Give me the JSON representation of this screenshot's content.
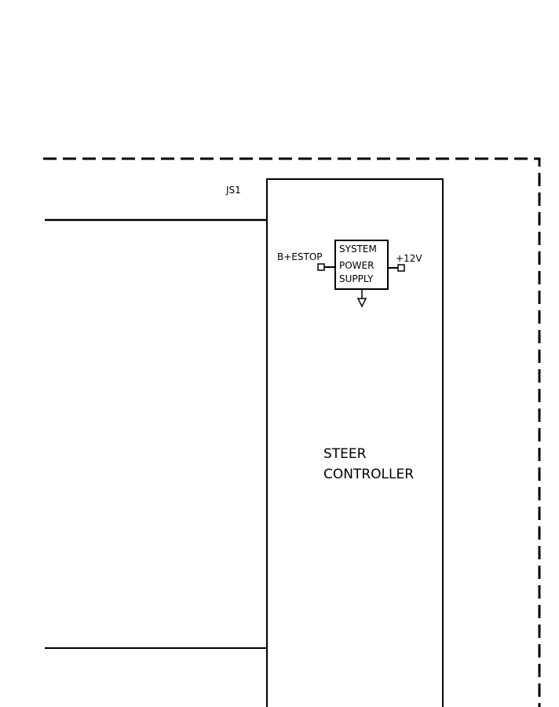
{
  "diagram": {
    "connector_label": "JS1",
    "controller": {
      "line1": "STEER",
      "line2": "CONTROLLER"
    },
    "power_supply": {
      "line1": "SYSTEM",
      "line2": "POWER",
      "line3": "SUPPLY",
      "input_label": "B+ESTOP",
      "output_label": "+12V"
    },
    "colors": {
      "stroke": "#000000",
      "background": "#ffffff"
    }
  }
}
